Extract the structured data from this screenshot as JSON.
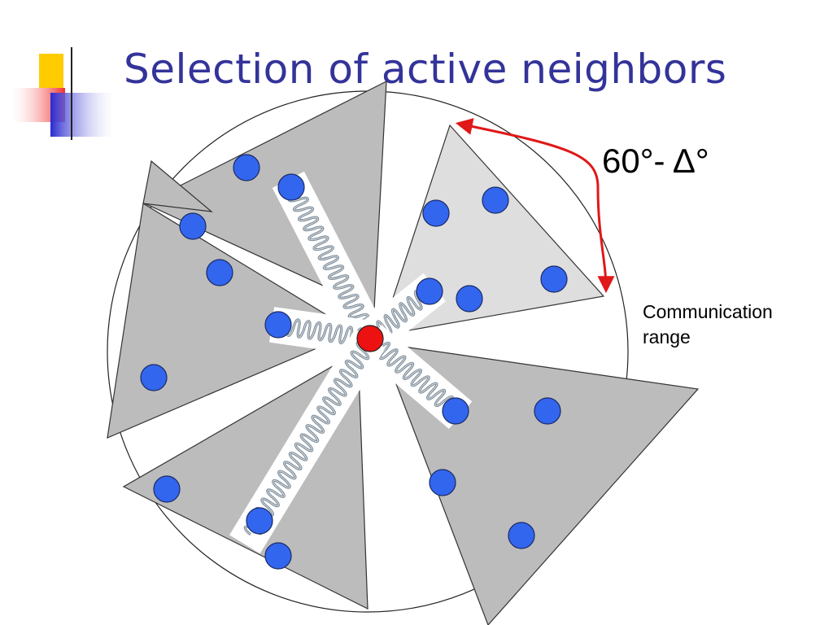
{
  "slide": {
    "title": "Selection of active neighbors",
    "angle_annotation": "60°- Δ°",
    "communication_range_label": [
      "Communication",
      "range"
    ]
  },
  "colors": {
    "title": "#33339a",
    "sector_fill": "#bcbcbc",
    "highlight_sector_fill": "#dedede",
    "neighbor_node": "#3366ee",
    "center_node": "#ee1111",
    "angle_arrow": "#e01818",
    "spring": "#8a9aa8"
  },
  "icons": [
    "deco-square-yellow",
    "deco-square-red",
    "deco-square-blue",
    "deco-lines"
  ]
}
